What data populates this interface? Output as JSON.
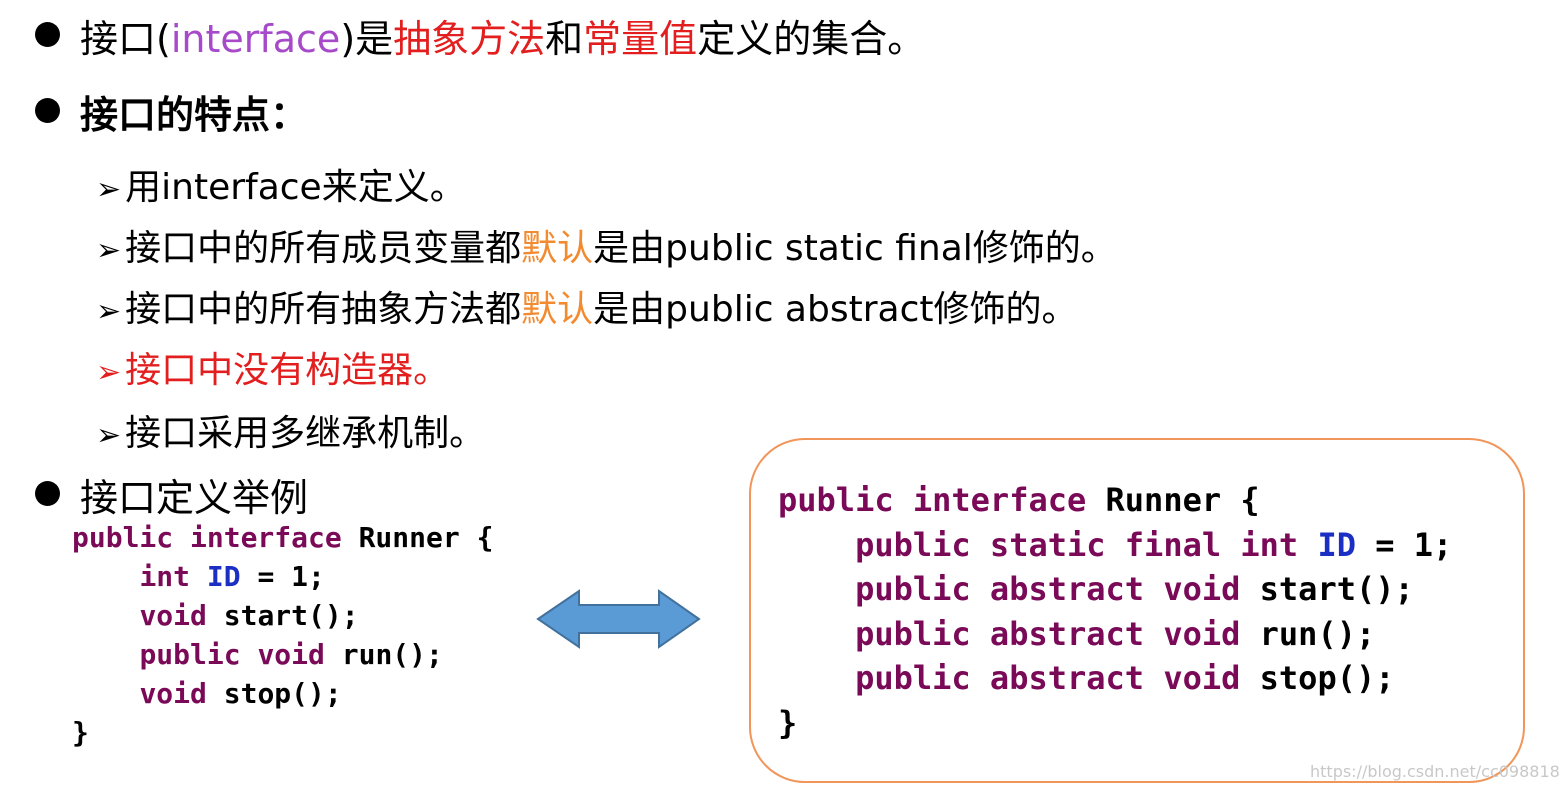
{
  "heading1": {
    "part1": "接口(",
    "part2": "interface",
    "part3": ")是",
    "part4": "抽象方法",
    "part5": "和",
    "part6": "常量值",
    "part7": "定义的集合。"
  },
  "heading2": {
    "text": "接口的特点："
  },
  "features": [
    {
      "text": "用interface来定义。"
    },
    {
      "pre": "接口中的所有成员变量都",
      "highlight": "默认",
      "post": "是由public static final修饰的。"
    },
    {
      "pre": "接口中的所有抽象方法都",
      "highlight": "默认",
      "post": "是由public abstract修饰的。"
    },
    {
      "text": "接口中没有构造器。"
    },
    {
      "text": "接口采用多继承机制。"
    }
  ],
  "heading3": {
    "text": "接口定义举例"
  },
  "code_left": {
    "l1_kw": "public interface",
    "l1_tx": " Runner {",
    "l2_kw": "int",
    "l2_id": "ID",
    "l2_tx": " = 1;",
    "l3_kw": "void",
    "l3_tx": " start();",
    "l4_kw": "public void",
    "l4_tx": " run();",
    "l5_kw": "void",
    "l5_tx": " stop();",
    "l6_tx": "}"
  },
  "code_right": {
    "l1_kw": "public interface",
    "l1_tx": " Runner {",
    "l2_kw": "public static final int",
    "l2_id": "ID",
    "l2_tx": " = 1;",
    "l3_kw": "public abstract void",
    "l3_tx": " start();",
    "l4_kw": "public abstract void",
    "l4_tx": " run();",
    "l5_kw": "public abstract void",
    "l5_tx": " stop();",
    "l6_tx": "}"
  },
  "watermark": "https://blog.csdn.net/cc098818",
  "colors": {
    "keyword": "#7a0a57",
    "identifier": "#1c2fc4",
    "emphasis_red": "#e21e1e",
    "emphasis_orange": "#f28b30",
    "interface_purple": "#a64ac9",
    "arrow_fill": "#5b9bd5",
    "box_border": "#f1955a"
  },
  "icons": [
    "bullet-dot",
    "arrow-right-icon",
    "double-arrow-icon"
  ]
}
